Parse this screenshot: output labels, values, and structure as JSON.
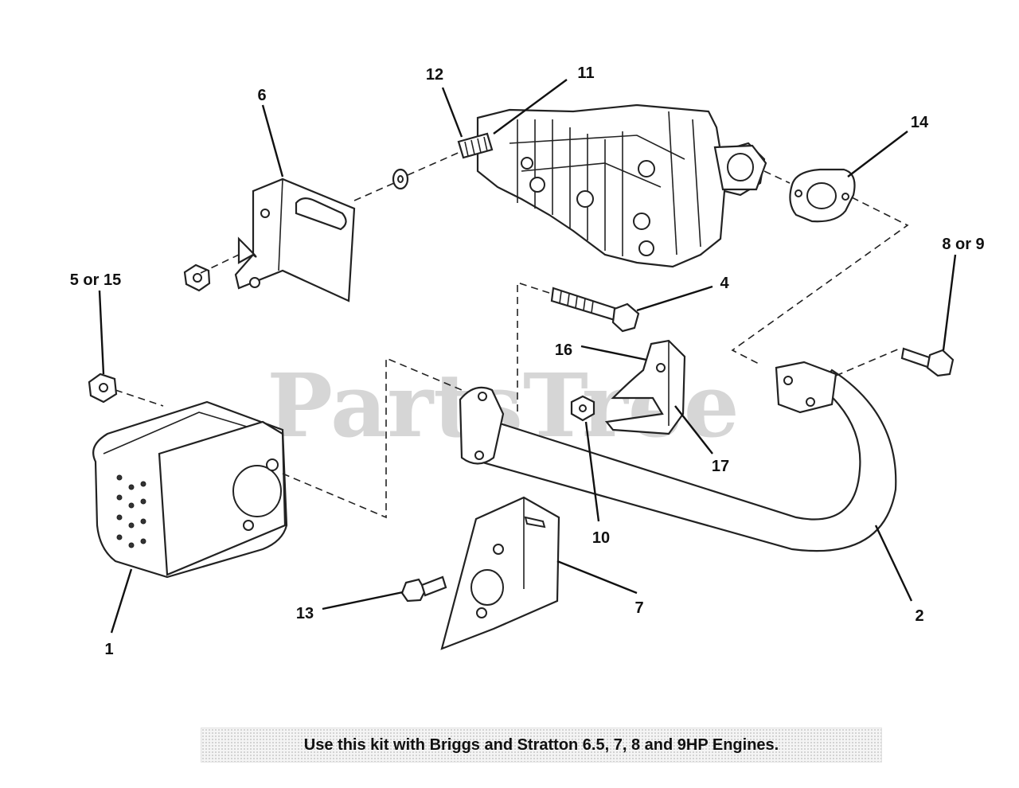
{
  "watermark": "PartsTree",
  "callouts": [
    {
      "id": "1",
      "label": "1"
    },
    {
      "id": "2",
      "label": "2"
    },
    {
      "id": "4",
      "label": "4"
    },
    {
      "id": "5",
      "label": "5 or 15"
    },
    {
      "id": "6",
      "label": "6"
    },
    {
      "id": "7",
      "label": "7"
    },
    {
      "id": "8",
      "label": "8 or 9"
    },
    {
      "id": "10",
      "label": "10"
    },
    {
      "id": "11",
      "label": "11"
    },
    {
      "id": "12",
      "label": "12"
    },
    {
      "id": "13",
      "label": "13"
    },
    {
      "id": "14",
      "label": "14"
    },
    {
      "id": "16",
      "label": "16"
    },
    {
      "id": "17",
      "label": "17"
    }
  ],
  "note": "Use this kit with Briggs and Stratton 6.5, 7, 8 and 9HP Engines."
}
